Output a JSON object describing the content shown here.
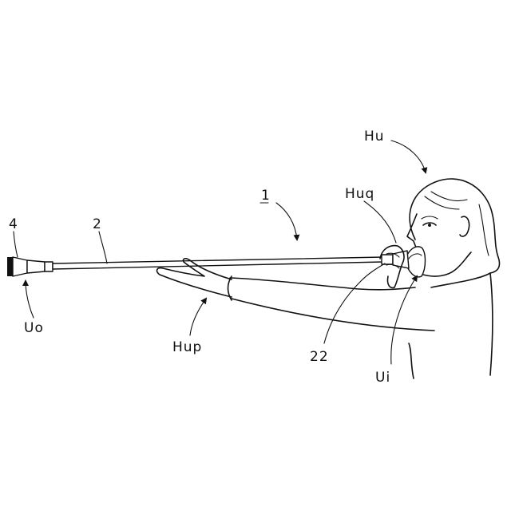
{
  "labels": {
    "person": "Hu",
    "mouth_hand": "Huq",
    "device": "1",
    "end_piece": "4",
    "tube": "2",
    "outer_end": "Uo",
    "support_hand": "Hup",
    "mouthpiece_joint": "22",
    "inner_end": "Ui"
  },
  "colors": {
    "ink": "#111111",
    "paper": "#ffffff"
  }
}
